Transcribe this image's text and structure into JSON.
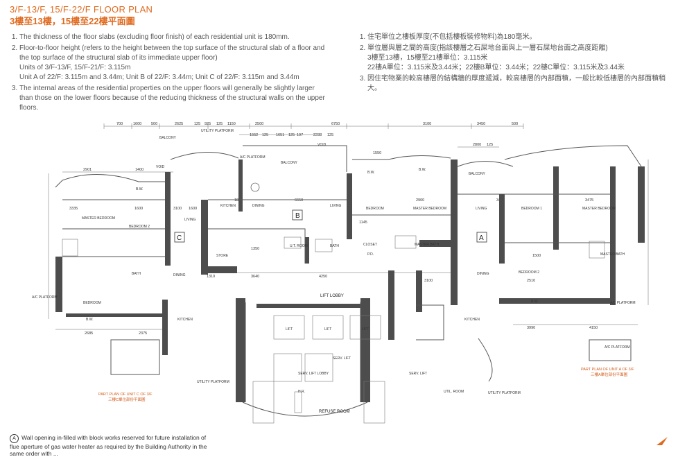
{
  "title": {
    "en": "3/F-13/F, 15/F-22/F FLOOR PLAN",
    "zh": "3樓至13樓，15樓至22樓平面圖"
  },
  "notes_en": {
    "n1": "The thickness of the floor slabs (excluding floor finish) of each residential unit is 180mm.",
    "n2": "Floor-to-floor height (refers to the height between the top surface of the structural slab of a floor and the top surface of the structural slab of its immediate upper floor)",
    "n2a": "Units of 3/F-13/F, 15/F-21/F: 3.115m",
    "n2b": "Unit A of 22/F: 3.115m and 3.44m; Unit B of 22/F: 3.44m; Unit C of 22/F: 3.115m and 3.44m",
    "n3": "The internal areas of the residential properties on the upper floors will generally be slightly larger than those on the lower floors because of the reducing thickness of the structural walls on the upper floors."
  },
  "notes_zh": {
    "n1": "住宅單位之樓板厚度(不包括樓板裝修物料)為180毫米。",
    "n2": "單位層與層之間的高度(指該樓層之石屎地台面與上一層石屎地台面之高度距離)",
    "n2a": "3樓至13樓，15樓至21樓單位：3.115米",
    "n2b": "22樓A單位：3.115米及3.44米；22樓B單位：3.44米；22樓C單位：3.115米及3.44米",
    "n3": "因住宅物業的較高樓層的結構牆的厚度遞減，較高樓層的內部面積，一般比較低樓層的內部面積稍大。"
  },
  "units": {
    "a": "A",
    "b": "B",
    "c": "C"
  },
  "rooms": {
    "balcony": "BALCONY",
    "utility_platform": "UTILITY PLATFORM",
    "ac_platform": "A/C PLATFORM",
    "void": "VOID",
    "bw": "B.W.",
    "kitchen": "KITCHEN",
    "dining": "DINING",
    "living": "LIVING",
    "bedroom": "BEDROOM",
    "master_bedroom": "MASTER BEDROOM",
    "bedroom1": "BEDROOM 1",
    "bedroom2": "BEDROOM 2",
    "master_bath": "MASTER BATH",
    "bath": "BATH",
    "store": "STORE",
    "closet": "CLOSET",
    "ut_room": "U.T. ROOM",
    "pd": "P.D.",
    "lift_lobby": "LIFT LOBBY",
    "lift": "LIFT",
    "serv_lift_lobby": "SERV. LIFT LOBBY",
    "serv_lift": "SERV. LIFT",
    "refuse_room": "REFUSE ROOM",
    "hr": "H.R.",
    "util_room": "UTIL. ROOM"
  },
  "dims": {
    "top": [
      "700",
      "1600",
      "500",
      "2625",
      "125",
      "925",
      "125",
      "1150",
      "2500",
      "6750",
      "3100",
      "3450",
      "500"
    ],
    "b_top": [
      "1552",
      "125",
      "1651",
      "125",
      "197",
      "2288",
      "125"
    ],
    "a_top": [
      "2800",
      "125"
    ],
    "c_left": [
      "2901",
      "1400"
    ],
    "c_row": [
      "3335",
      "1600",
      "3100",
      "1600"
    ],
    "b_row": [
      "1850",
      "6650"
    ],
    "a_row": [
      "2900",
      "3450",
      "3475"
    ],
    "lobby": [
      "1310",
      "3640",
      "4250",
      "3100"
    ],
    "bottom_right": [
      "3990",
      "4150"
    ],
    "bottom_left": [
      "2685",
      "2375"
    ],
    "mid": [
      "1550",
      "1145",
      "1350",
      "1500",
      "2510"
    ]
  },
  "parts": {
    "c": {
      "en": "PART PLAN OF UNIT C OF 3/F",
      "zh": "三樓C單位部份平面圖"
    },
    "a": {
      "en": "PART PLAN OF UNIT A OF 3/F",
      "zh": "三樓A單位部份平面圖"
    }
  },
  "footnote": {
    "marker": "A",
    "text": "Wall opening in-filled with block works reserved for future installation of flue aperture of gas water heater as required by the Building Authority in the same order with ... "
  },
  "colors": {
    "accent": "#e06a1f",
    "wall": "#4d4d4d",
    "line": "#555555"
  },
  "icons": {
    "north": "north-arrow-icon"
  }
}
